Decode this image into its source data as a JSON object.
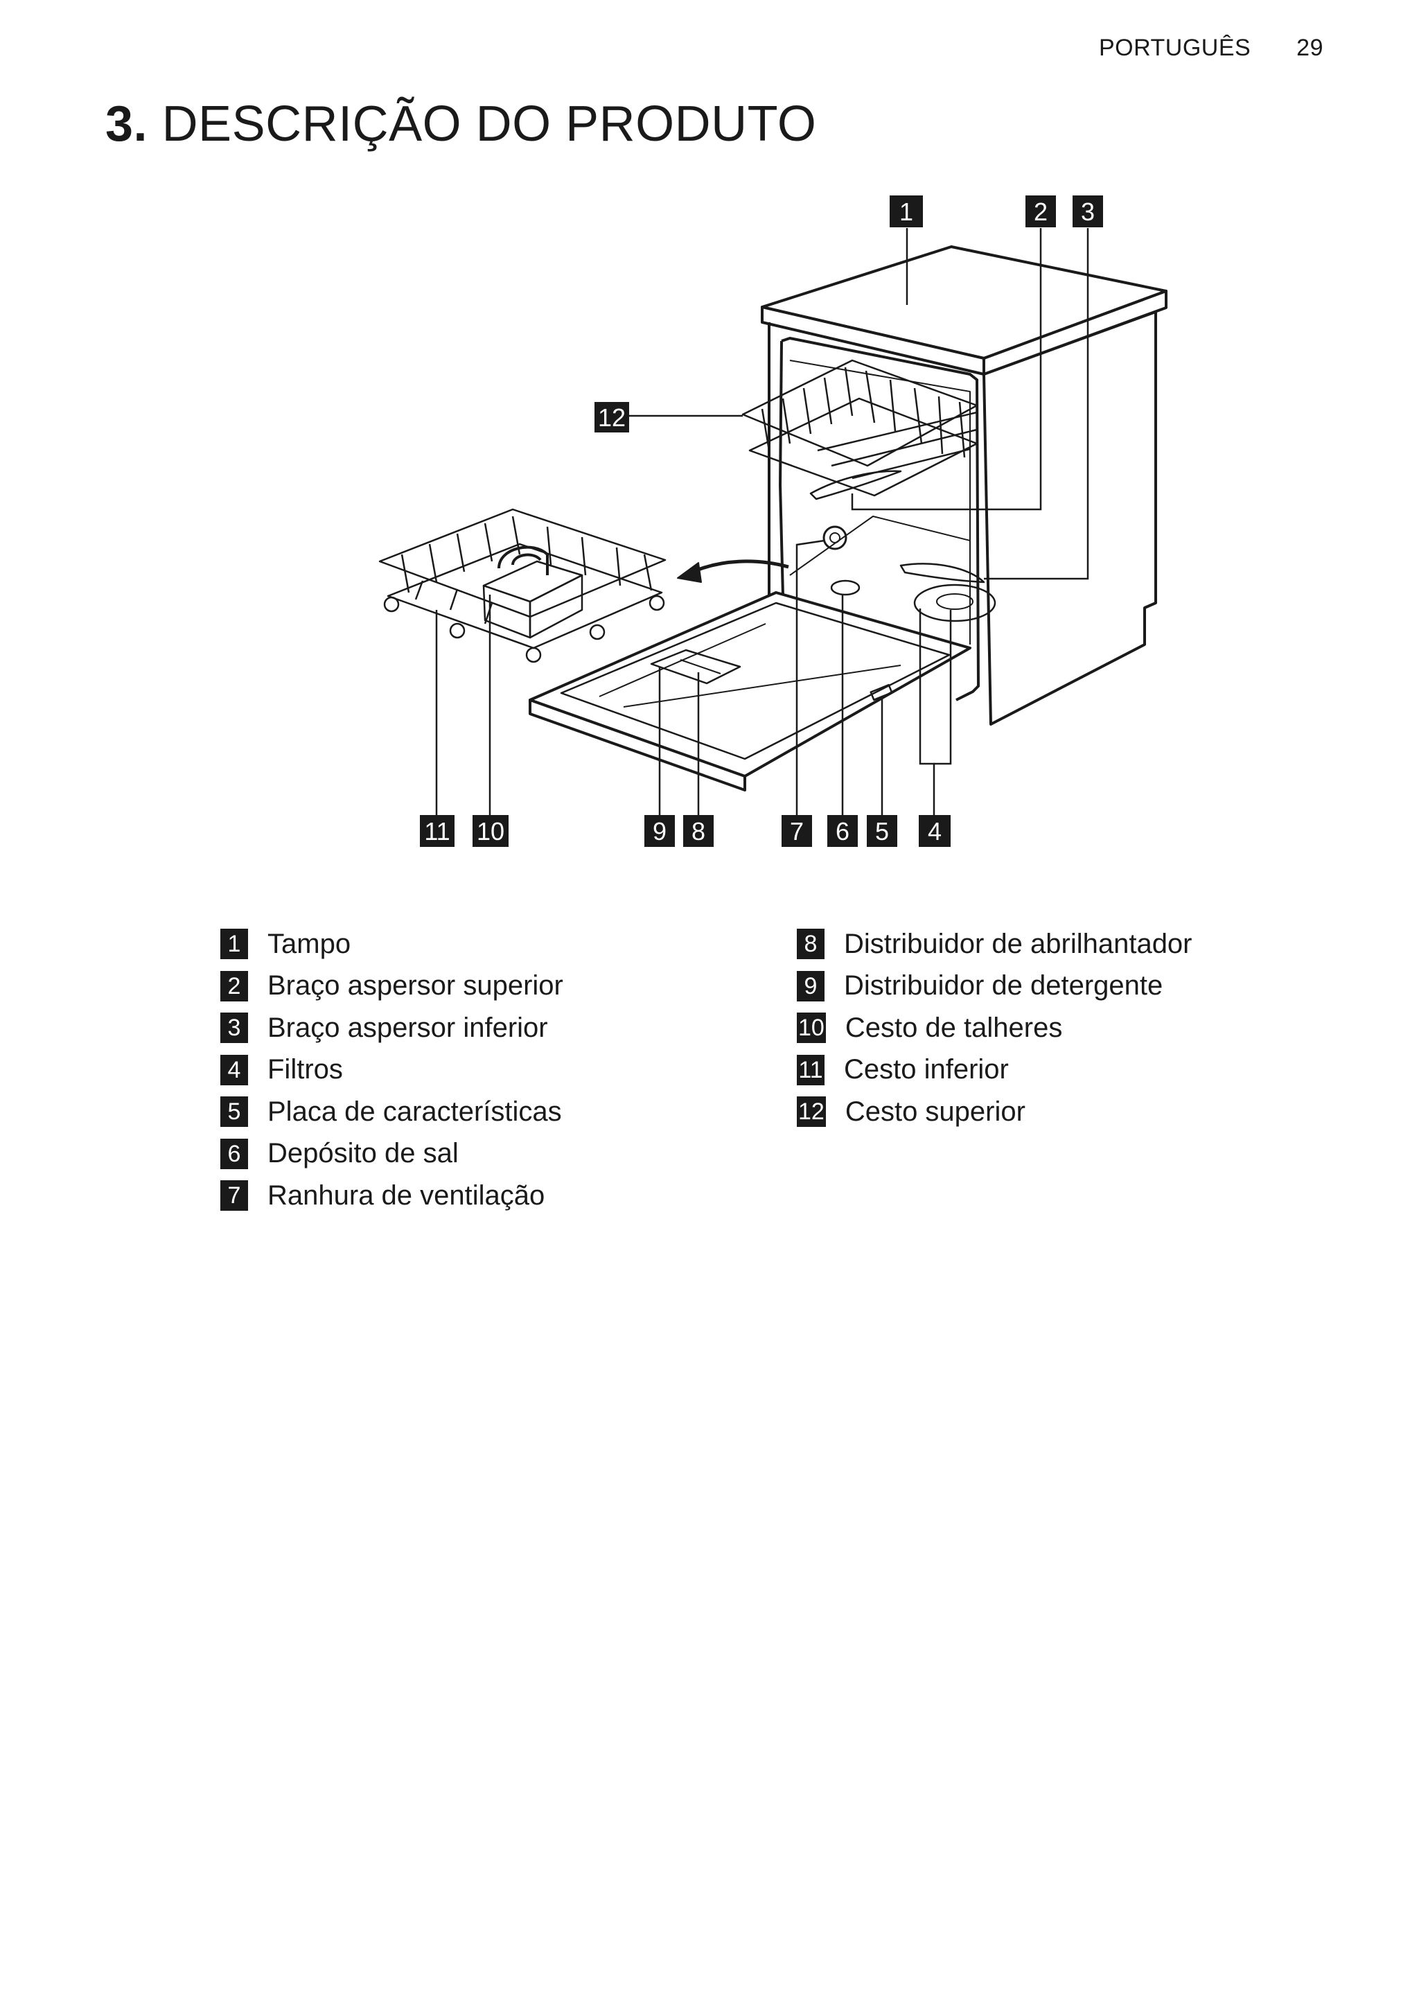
{
  "header": {
    "language": "PORTUGUÊS",
    "page_number": "29"
  },
  "section": {
    "number": "3.",
    "title": "DESCRIÇÃO DO PRODUTO"
  },
  "callouts": {
    "c1": "1",
    "c2": "2",
    "c3": "3",
    "c4": "4",
    "c5": "5",
    "c6": "6",
    "c7": "7",
    "c8": "8",
    "c9": "9",
    "c10": "10",
    "c11": "11",
    "c12": "12"
  },
  "legend": [
    {
      "num": "1",
      "text": "Tampo"
    },
    {
      "num": "2",
      "text": "Braço aspersor superior"
    },
    {
      "num": "3",
      "text": "Braço aspersor inferior"
    },
    {
      "num": "4",
      "text": "Filtros"
    },
    {
      "num": "5",
      "text": "Placa de características"
    },
    {
      "num": "6",
      "text": "Depósito de sal"
    },
    {
      "num": "7",
      "text": "Ranhura de ventilação"
    },
    {
      "num": "8",
      "text": "Distribuidor de abrilhantador"
    },
    {
      "num": "9",
      "text": "Distribuidor de detergente"
    },
    {
      "num": "10",
      "text": "Cesto de talheres"
    },
    {
      "num": "11",
      "text": "Cesto inferior"
    },
    {
      "num": "12",
      "text": "Cesto superior"
    }
  ]
}
